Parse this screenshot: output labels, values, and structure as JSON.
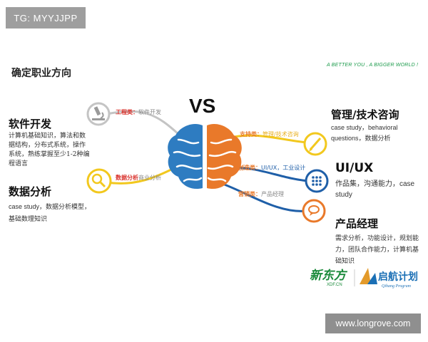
{
  "watermarks": {
    "top": "TG: MYYJJPP",
    "bottom": "www.longrove.com"
  },
  "page_title": "确定职业方向",
  "slogan": "A BETTER YOU , A BIGGER WORLD !",
  "vs": "VS",
  "left": {
    "software": {
      "title": "软件开发",
      "desc": [
        "计算机基础知识，算法和数",
        "据结构，分布式系统，操作",
        "系统，熟练掌握至少1-2种编",
        "程语言"
      ]
    },
    "data": {
      "title": "数据分析",
      "desc": [
        "case study，数据分析模型，",
        "基础数理知识"
      ]
    }
  },
  "right": {
    "management": {
      "title": "管理/技术咨询",
      "desc": [
        "case study，behavioral",
        "questions，数据分析"
      ]
    },
    "uiux": {
      "title": "UI/UX",
      "desc": [
        "作品集，沟通能力，case",
        "study"
      ]
    },
    "pm": {
      "title": "产品经理",
      "desc": [
        "需求分析，功能设计，规划能",
        "力，团队合作能力，计算机基",
        "础知识"
      ]
    }
  },
  "tags": {
    "engineering": {
      "key": "工程类：",
      "value": "软件开发"
    },
    "data_analysis": {
      "key": "数据分析",
      "value": "商业分析"
    },
    "support": {
      "key": "支持类：",
      "value": "管理/技术咨询"
    },
    "creative": {
      "key": "创造类：",
      "value": "UI/UX，工业设计"
    },
    "marketing": {
      "key": "营销类：",
      "value": "产品经理"
    }
  },
  "logos": {
    "xdf": "新东方",
    "xdf_sub": "XDF.CN",
    "qihang": "启航计划",
    "qihang_sub": "Qihang Program"
  },
  "icons": [
    "microscope-icon",
    "magnifier-icon",
    "pen-icon",
    "dots-icon",
    "chat-bubble-icon",
    "brain-left-icon",
    "brain-right-icon"
  ],
  "colors": {
    "brain_left": "#2e7cc1",
    "brain_right": "#e9792a",
    "yellow": "#f2c81e",
    "blue_line": "#1f5fa8",
    "grey_line": "#bdbdbd",
    "slogan": "#1a9a4a",
    "red_key": "#d9302a"
  }
}
